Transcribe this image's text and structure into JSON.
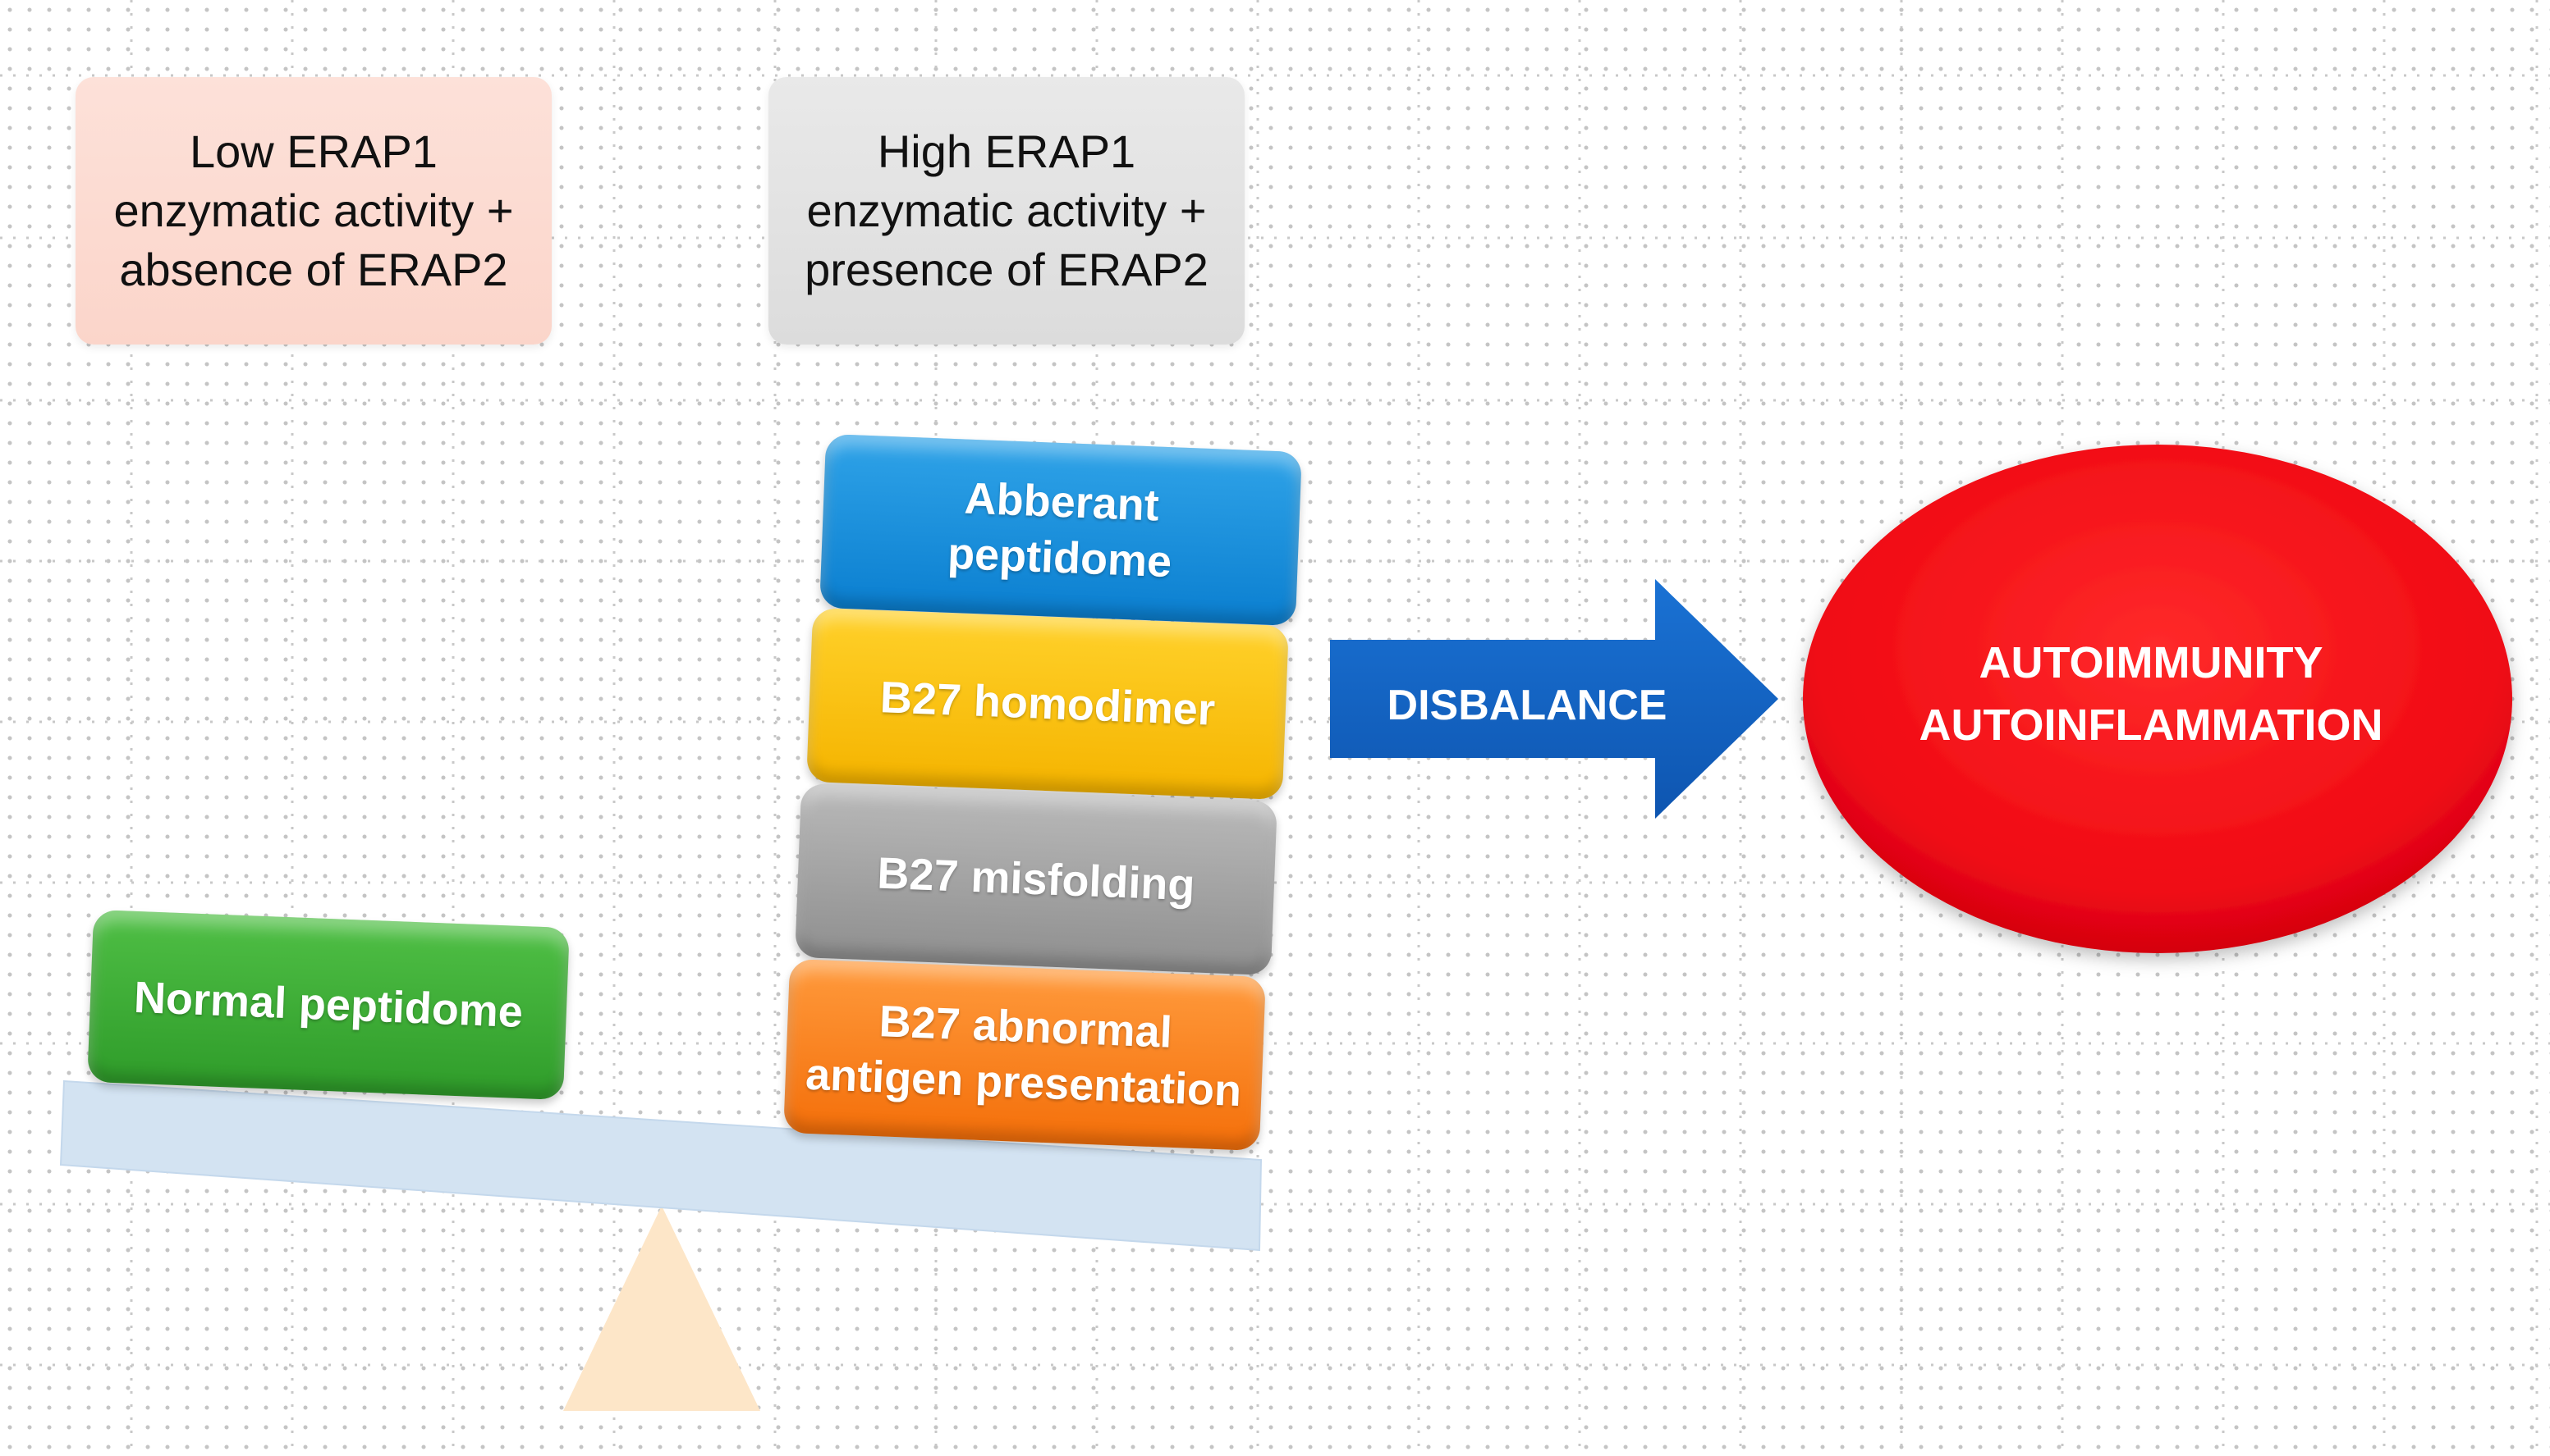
{
  "conditions": {
    "low": "Low ERAP1\nenzymatic activity +\nabsence of ERAP2",
    "high": "High ERAP1\nenzymatic activity +\npresence of ERAP2"
  },
  "left_pan": {
    "block": "Normal peptidome"
  },
  "right_pan": {
    "blocks": [
      "Abberant\npeptidome",
      "B27 homodimer",
      "B27 misfolding",
      "B27 abnormal\nantigen presentation"
    ]
  },
  "arrow": {
    "label": "DISBALANCE",
    "color": "#1565c8"
  },
  "outcome": {
    "line1": "AUTOIMMUNITY",
    "line2": "AUTOINFLAMMATION",
    "color": "#ff0a14"
  },
  "colors": {
    "beam": "#d3e3f2",
    "fulcrum": "#fde6c8",
    "normal_block": "#3aaa35",
    "aberrant_block": "#1a8fdc",
    "homodimer_block": "#fcc30b",
    "misfolding_block": "#a3a3a3",
    "abnormal_block": "#f7801e"
  }
}
